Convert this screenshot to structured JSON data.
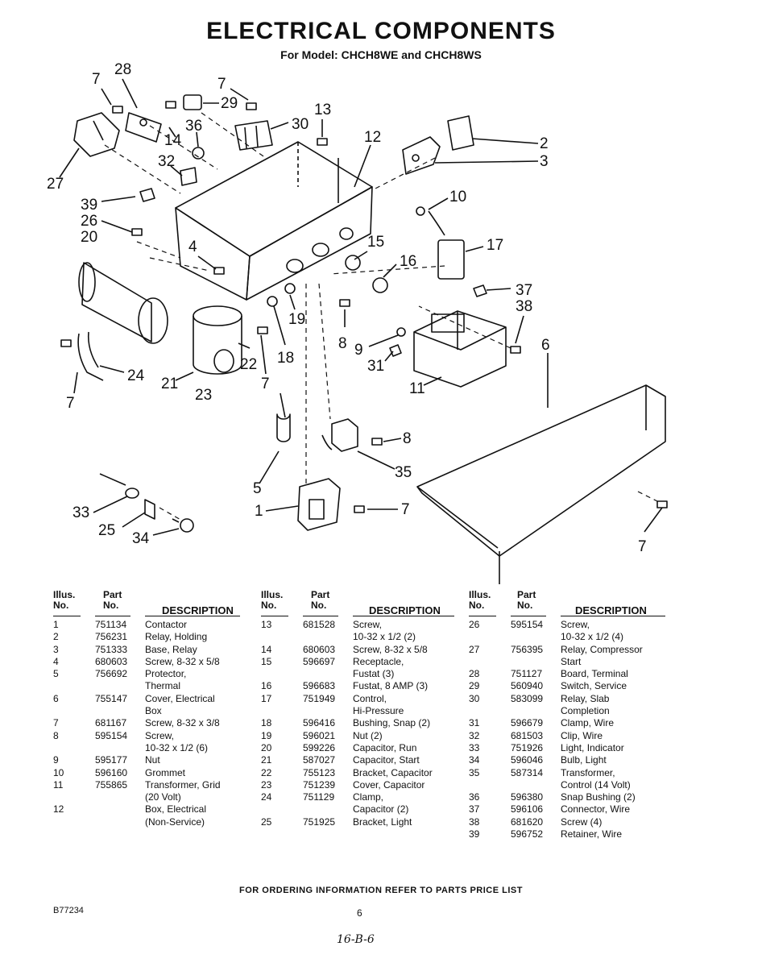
{
  "title": "ELECTRICAL COMPONENTS",
  "subtitle": "For Model: CHCH8WE and CHCH8WS",
  "callouts": [
    "7",
    "28",
    "7",
    "29",
    "36",
    "14",
    "30",
    "13",
    "12",
    "2",
    "3",
    "27",
    "32",
    "39",
    "10",
    "26",
    "20",
    "4",
    "15",
    "16",
    "17",
    "37",
    "38",
    "19",
    "6",
    "8",
    "9",
    "31",
    "11",
    "22",
    "18",
    "21",
    "23",
    "24",
    "7",
    "7",
    "8",
    "35",
    "5",
    "1",
    "7",
    "33",
    "25",
    "34",
    "7"
  ],
  "table_headers": {
    "illus_top": "Illus.",
    "illus_bottom": "No.",
    "part_top": "Part",
    "part_bottom": "No.",
    "description": "DESCRIPTION"
  },
  "parts_columns": [
    [
      {
        "illus": "1",
        "part": "751134",
        "lines": [
          "Contactor"
        ]
      },
      {
        "illus": "2",
        "part": "756231",
        "lines": [
          "Relay, Holding"
        ]
      },
      {
        "illus": "3",
        "part": "751333",
        "lines": [
          "Base, Relay"
        ]
      },
      {
        "illus": "4",
        "part": "680603",
        "lines": [
          "Screw, 8-32 x 5/8"
        ]
      },
      {
        "illus": "5",
        "part": "756692",
        "lines": [
          "Protector,",
          "Thermal"
        ]
      },
      {
        "illus": "6",
        "part": "755147",
        "lines": [
          "Cover, Electrical",
          "Box"
        ]
      },
      {
        "illus": "7",
        "part": "681167",
        "lines": [
          "Screw, 8-32 x 3/8"
        ]
      },
      {
        "illus": "8",
        "part": "595154",
        "lines": [
          "Screw,",
          "10-32 x 1/2 (6)"
        ]
      },
      {
        "illus": "9",
        "part": "595177",
        "lines": [
          "Nut"
        ]
      },
      {
        "illus": "10",
        "part": "596160",
        "lines": [
          "Grommet"
        ]
      },
      {
        "illus": "11",
        "part": "755865",
        "lines": [
          "Transformer, Grid",
          "(20 Volt)"
        ]
      },
      {
        "illus": "12",
        "part": "",
        "lines": [
          "Box, Electrical",
          "(Non-Service)"
        ]
      }
    ],
    [
      {
        "illus": "13",
        "part": "681528",
        "lines": [
          "Screw,",
          "10-32 x 1/2 (2)"
        ]
      },
      {
        "illus": "14",
        "part": "680603",
        "lines": [
          "Screw, 8-32 x 5/8"
        ]
      },
      {
        "illus": "15",
        "part": "596697",
        "lines": [
          "Receptacle,",
          "Fustat (3)"
        ]
      },
      {
        "illus": "16",
        "part": "596683",
        "lines": [
          "Fustat, 8 AMP (3)"
        ]
      },
      {
        "illus": "17",
        "part": "751949",
        "lines": [
          "Control,",
          "Hi-Pressure"
        ]
      },
      {
        "illus": "18",
        "part": "596416",
        "lines": [
          "Bushing, Snap (2)"
        ]
      },
      {
        "illus": "19",
        "part": "596021",
        "lines": [
          "Nut (2)"
        ]
      },
      {
        "illus": "20",
        "part": "599226",
        "lines": [
          "Capacitor, Run"
        ]
      },
      {
        "illus": "21",
        "part": "587027",
        "lines": [
          "Capacitor, Start"
        ]
      },
      {
        "illus": "22",
        "part": "755123",
        "lines": [
          "Bracket, Capacitor"
        ]
      },
      {
        "illus": "23",
        "part": "751239",
        "lines": [
          "Cover, Capacitor"
        ]
      },
      {
        "illus": "24",
        "part": "751129",
        "lines": [
          "Clamp,",
          "Capacitor (2)"
        ]
      },
      {
        "illus": "25",
        "part": "751925",
        "lines": [
          "Bracket, Light"
        ]
      }
    ],
    [
      {
        "illus": "26",
        "part": "595154",
        "lines": [
          "Screw,",
          "10-32 x 1/2 (4)"
        ]
      },
      {
        "illus": "27",
        "part": "756395",
        "lines": [
          "Relay, Compressor",
          "Start"
        ]
      },
      {
        "illus": "28",
        "part": "751127",
        "lines": [
          "Board, Terminal"
        ]
      },
      {
        "illus": "29",
        "part": "560940",
        "lines": [
          "Switch, Service"
        ]
      },
      {
        "illus": "30",
        "part": "583099",
        "lines": [
          "Relay, Slab",
          "Completion"
        ]
      },
      {
        "illus": "31",
        "part": "596679",
        "lines": [
          "Clamp, Wire"
        ]
      },
      {
        "illus": "32",
        "part": "681503",
        "lines": [
          "Clip, Wire"
        ]
      },
      {
        "illus": "33",
        "part": "751926",
        "lines": [
          "Light, Indicator"
        ]
      },
      {
        "illus": "34",
        "part": "596046",
        "lines": [
          "Bulb, Light"
        ]
      },
      {
        "illus": "35",
        "part": "587314",
        "lines": [
          "Transformer,",
          "Control (14 Volt)"
        ]
      },
      {
        "illus": "36",
        "part": "596380",
        "lines": [
          "Snap Bushing (2)"
        ]
      },
      {
        "illus": "37",
        "part": "596106",
        "lines": [
          "Connector, Wire"
        ]
      },
      {
        "illus": "38",
        "part": "681620",
        "lines": [
          "Screw (4)"
        ]
      },
      {
        "illus": "39",
        "part": "596752",
        "lines": [
          "Retainer, Wire"
        ]
      }
    ]
  ],
  "footer": "FOR ORDERING INFORMATION REFER TO PARTS PRICE LIST",
  "doc_number": "B77234",
  "page_number": "6",
  "handwritten_note": "16-B-6"
}
